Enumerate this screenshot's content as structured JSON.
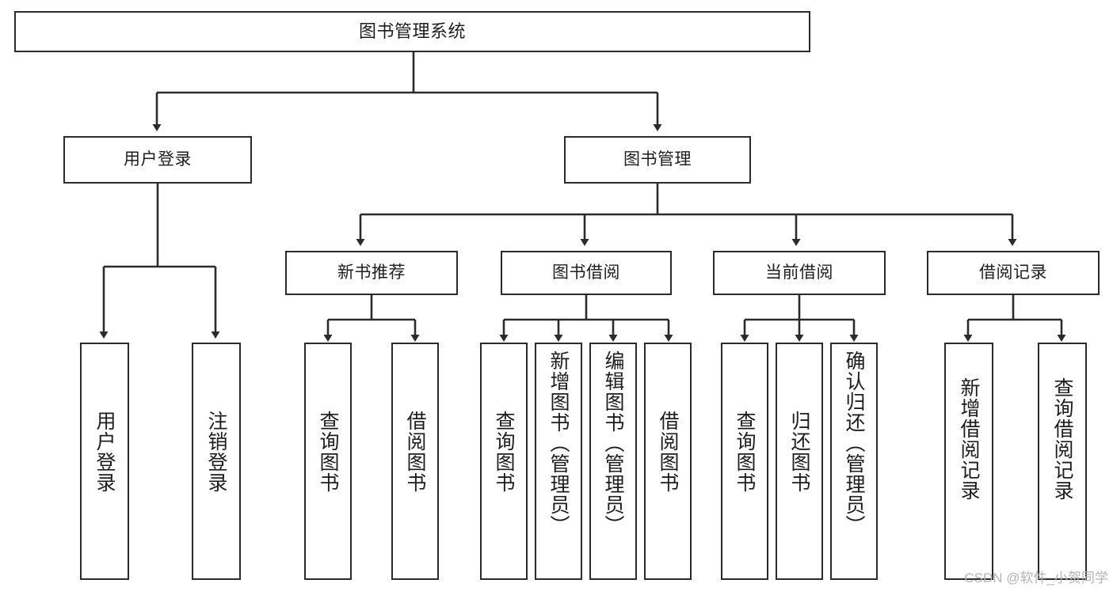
{
  "diagram": {
    "title": "图书管理系统",
    "type": "tree",
    "stroke_color": "#2b2b2b",
    "fill_color": "#ffffff",
    "text_color": "#1d1d1d",
    "watermark": "CSDN @软件_小贺同学"
  },
  "nodes": {
    "root": {
      "label": "图书管理系统"
    },
    "level2": [
      {
        "id": "user-login",
        "label": "用户登录"
      },
      {
        "id": "book-manage",
        "label": "图书管理"
      }
    ],
    "level3": [
      {
        "id": "new-book-recommend",
        "label": "新书推荐"
      },
      {
        "id": "book-borrow",
        "label": "图书借阅"
      },
      {
        "id": "current-borrow",
        "label": "当前借阅"
      },
      {
        "id": "borrow-record",
        "label": "借阅记录"
      }
    ],
    "leaves": {
      "user_login": [
        {
          "id": "leaf-user-login",
          "label": "用户登录"
        },
        {
          "id": "leaf-logout",
          "label": "注销登录"
        }
      ],
      "new_book_recommend": [
        {
          "id": "leaf-query-book-1",
          "label": "查询图书"
        },
        {
          "id": "leaf-borrow-book-1",
          "label": "借阅图书"
        }
      ],
      "book_borrow": [
        {
          "id": "leaf-query-book-2",
          "label": "查询图书"
        },
        {
          "id": "leaf-add-book",
          "label": "新增图书（管理员）"
        },
        {
          "id": "leaf-edit-book",
          "label": "编辑图书（管理员）"
        },
        {
          "id": "leaf-borrow-book-2",
          "label": "借阅图书"
        }
      ],
      "current_borrow": [
        {
          "id": "leaf-query-book-3",
          "label": "查询图书"
        },
        {
          "id": "leaf-return-book",
          "label": "归还图书"
        },
        {
          "id": "leaf-confirm-return",
          "label": "确认归还（管理员）"
        }
      ],
      "borrow_record": [
        {
          "id": "leaf-add-record",
          "label": "新增借阅记录"
        },
        {
          "id": "leaf-query-record",
          "label": "查询借阅记录"
        }
      ]
    }
  }
}
